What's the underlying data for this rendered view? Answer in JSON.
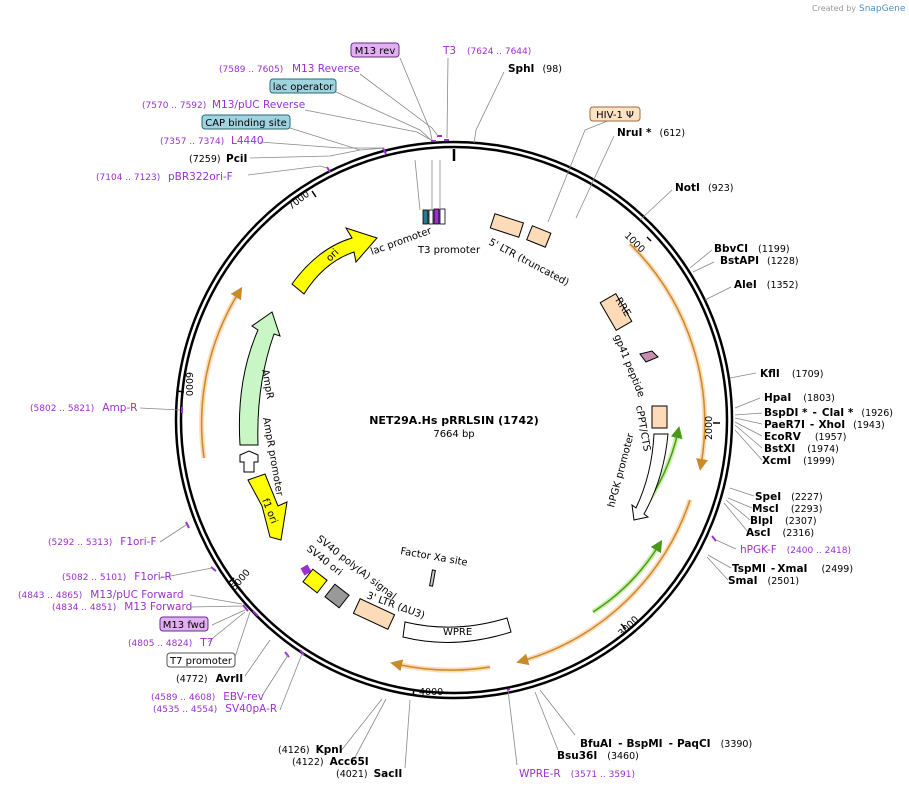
{
  "credit": {
    "created_by": "Created by",
    "brand": "SnapGene"
  },
  "plasmid": {
    "name": "NET29A.Hs pRRLSIN (1742)",
    "length_label": "7664 bp"
  },
  "ticks": [
    "1000",
    "2000",
    "3000",
    "4000",
    "5000",
    "6000",
    "7000"
  ],
  "boxed_labels": {
    "m13_rev": "M13 rev",
    "lac_operator": "lac operator",
    "cap_binding_site": "CAP binding site",
    "hiv1_psi": "HIV-1 Ψ",
    "m13_fwd": "M13 fwd",
    "t7_promoter": "T7 promoter",
    "wpre": "WPRE"
  },
  "features": {
    "ori": "ori",
    "ampr": "AmpR",
    "ampr_promoter": "AmpR promoter",
    "f1_ori": "f1 ori",
    "sv40_polya": "SV40 poly(A) signal",
    "sv40_ori": "SV40 ori",
    "ltr3": "3' LTR (ΔU3)",
    "factor_xa": "Factor Xa site",
    "lac_promoter": "lac promoter",
    "t3_promoter": "T3 promoter",
    "ltr5": "5' LTR (truncated)",
    "rre": "RRE",
    "gp41": "gp41 peptide",
    "cppt": "cPPT/CTS",
    "hpgk": "hPGK promoter"
  },
  "enzymes": [
    {
      "name": "SphI",
      "pos": "(98)"
    },
    {
      "name": "NruI *",
      "pos": "(612)"
    },
    {
      "name": "NotI",
      "pos": "(923)"
    },
    {
      "name": "BbvCI",
      "pos": "(1199)"
    },
    {
      "name": "BstAPI",
      "pos": "(1228)"
    },
    {
      "name": "AleI",
      "pos": "(1352)"
    },
    {
      "name": "KflI",
      "pos": "(1709)"
    },
    {
      "name": "HpaI",
      "pos": "(1803)"
    },
    {
      "name": "BspDI *",
      "sep": "-",
      "name2": "ClaI *",
      "pos": "(1926)"
    },
    {
      "name": "PaeR7I",
      "sep": "-",
      "name2": "XhoI",
      "pos": "(1943)"
    },
    {
      "name": "EcoRV",
      "pos": "(1957)"
    },
    {
      "name": "BstXI",
      "pos": "(1974)"
    },
    {
      "name": "XcmI",
      "pos": "(1999)"
    },
    {
      "name": "SpeI",
      "pos": "(2227)"
    },
    {
      "name": "MscI",
      "pos": "(2293)"
    },
    {
      "name": "BlpI",
      "pos": "(2307)"
    },
    {
      "name": "AscI",
      "pos": "(2316)"
    },
    {
      "name": "TspMI",
      "sep": "-",
      "name2": "XmaI",
      "pos": "(2499)"
    },
    {
      "name": "SmaI",
      "pos": "(2501)"
    },
    {
      "name": "BfuAI",
      "sep": "-",
      "name2": "BspMI",
      "sep2": "-",
      "name3": "PaqCI",
      "pos": "(3390)"
    },
    {
      "name": "Bsu36I",
      "pos": "(3460)"
    },
    {
      "name": "SacII",
      "pos": "(4021)"
    },
    {
      "name": "Acc65I",
      "pos": "(4122)"
    },
    {
      "name": "KpnI",
      "pos": "(4126)"
    },
    {
      "name": "AvrII",
      "pos": "(4772)"
    },
    {
      "name": "PciI",
      "pos": "(7259)"
    }
  ],
  "primers": [
    {
      "name": "T3",
      "pos": "(7624 .. 7644)"
    },
    {
      "name": "M13 Reverse",
      "pos": "(7589 .. 7605)"
    },
    {
      "name": "M13/pUC Reverse",
      "pos": "(7570 .. 7592)"
    },
    {
      "name": "L4440",
      "pos": "(7357 .. 7374)"
    },
    {
      "name": "pBR322ori-F",
      "pos": "(7104 .. 7123)"
    },
    {
      "name": "Amp-R",
      "pos": "(5802 .. 5821)"
    },
    {
      "name": "F1ori-F",
      "pos": "(5292 .. 5313)"
    },
    {
      "name": "F1ori-R",
      "pos": "(5082 .. 5101)"
    },
    {
      "name": "M13/pUC Forward",
      "pos": "(4843 .. 4865)"
    },
    {
      "name": "M13 Forward",
      "pos": "(4834 .. 4851)"
    },
    {
      "name": "T7",
      "pos": "(4805 .. 4824)"
    },
    {
      "name": "EBV-rev",
      "pos": "(4589 .. 4608)"
    },
    {
      "name": "SV40pA-R",
      "pos": "(4535 .. 4554)"
    },
    {
      "name": "hPGK-F",
      "pos": "(2400 .. 2418)"
    },
    {
      "name": "WPRE-R",
      "pos": "(3571 .. 3591)"
    }
  ],
  "colors": {
    "backbone": "#000000",
    "primer": "#9b30d0",
    "ori": "#ffff00",
    "ampr": "#c8f7c5",
    "ltr": "#fddbb8",
    "promoter_arrow": "#ffffff",
    "orange_arc": "#f0a63c",
    "green_arc": "#6fbf2a",
    "m13_box": "#e0b0f0",
    "lac_box": "#9fd3df",
    "psi_box": "#ffe2c6"
  }
}
